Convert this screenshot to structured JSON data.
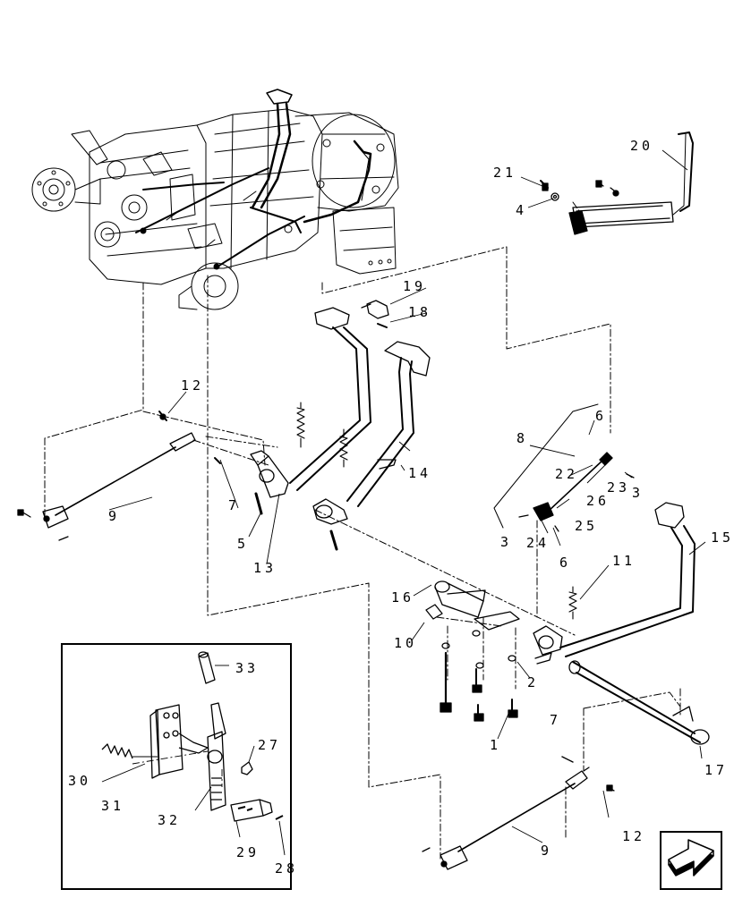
{
  "callouts": [
    "1",
    "2",
    "3",
    "4",
    "5",
    "6",
    "7",
    "8",
    "9",
    "10",
    "11",
    "12",
    "13",
    "14",
    "15",
    "16",
    "17",
    "18",
    "19",
    "20",
    "21",
    "22",
    "23",
    "24",
    "25",
    "26",
    "27",
    "28",
    "29",
    "30",
    "31",
    "32",
    "33"
  ],
  "labels": {
    "l1": "1",
    "l2": "2",
    "l3": "3",
    "l4": "4",
    "l5": "5",
    "l6a": "6",
    "l6b": "6",
    "l7a": "7",
    "l7b": "7",
    "l8": "8",
    "l9a": "9",
    "l9b": "9",
    "l10": "10",
    "l11": "11",
    "l12a": "12",
    "l12b": "12",
    "l13": "13",
    "l14": "14",
    "l15": "15",
    "l16": "16",
    "l17": "17",
    "l18": "18",
    "l19": "19",
    "l20": "20",
    "l21": "21",
    "l22": "22",
    "l23": "23",
    "l24": "24",
    "l25": "25",
    "l26": "26",
    "l27": "27",
    "l28": "28",
    "l29": "29",
    "l30": "30",
    "l31": "31",
    "l32": "32",
    "l33": "33"
  },
  "icons": {
    "next_page": "next-page-arrow-icon"
  },
  "colors": {
    "line": "#000000",
    "background": "#ffffff",
    "shade": "#e6e6e6"
  }
}
